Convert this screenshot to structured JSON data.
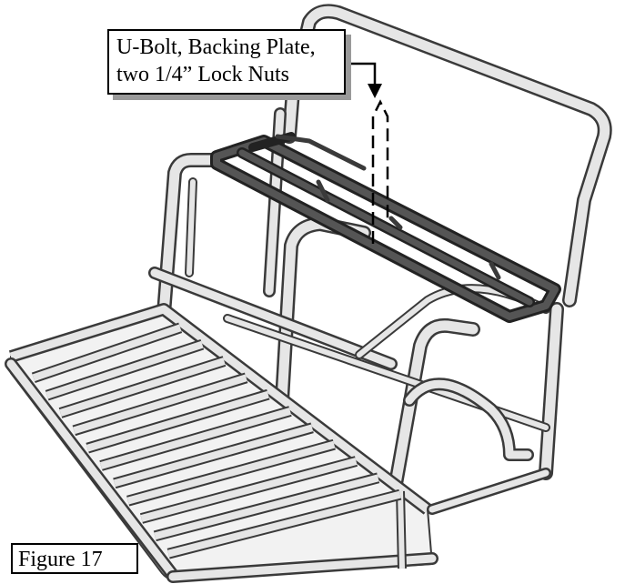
{
  "callout": {
    "line1": "U-Bolt, Backing Plate,",
    "line2": "two 1/4” Lock Nuts"
  },
  "figure_label": "Figure 17",
  "colors": {
    "frame_fill": "#e6e6e6",
    "frame_stroke": "#3a3a3a",
    "rack_fill": "#4a4a4a",
    "shadow": "#9a9a9a"
  }
}
